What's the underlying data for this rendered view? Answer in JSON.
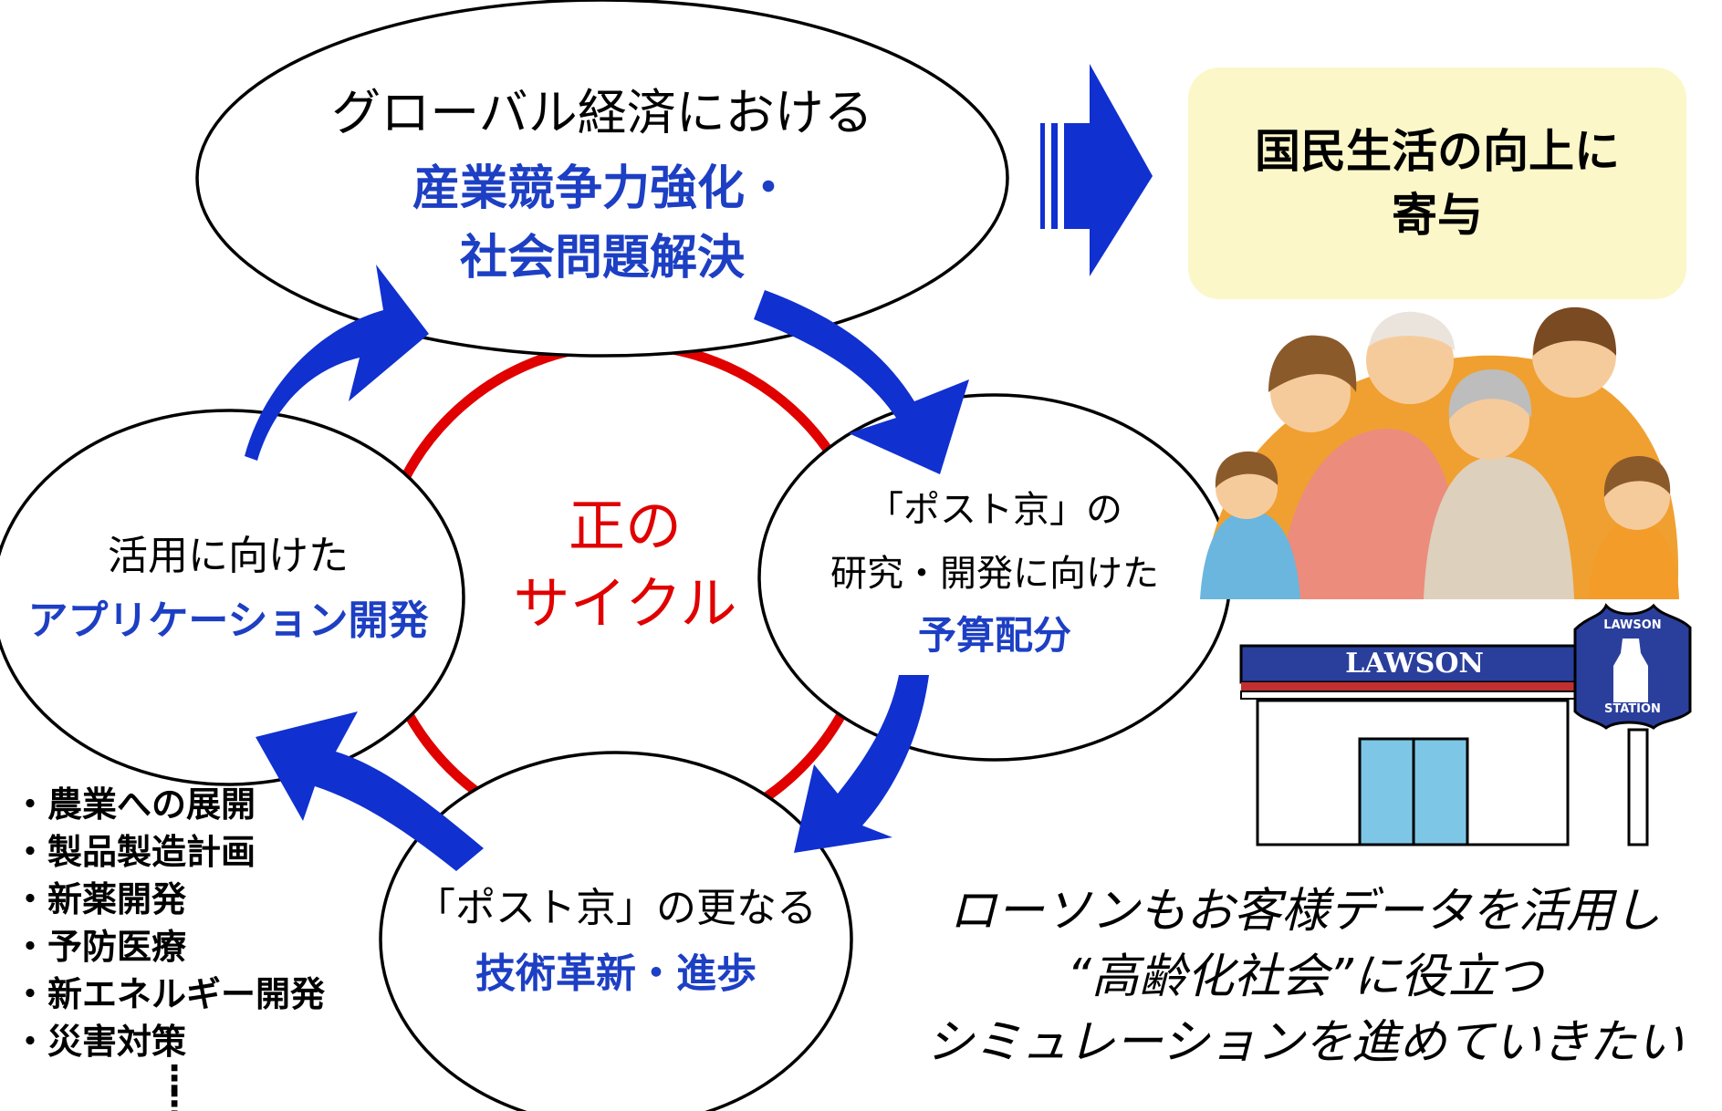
{
  "top": {
    "line1": "グローバル経済における",
    "line2": "産業競争力強化・",
    "line3": "社会問題解決"
  },
  "result": {
    "line1": "国民生活の向上に",
    "line2": "寄与"
  },
  "center": {
    "line1": "正の",
    "line2": "サイクル"
  },
  "left": {
    "line1": "活用に向けた",
    "line2": "アプリケーション開発"
  },
  "right": {
    "line1": "「ポスト京」の",
    "line2": "研究・開発に向けた",
    "line3": "予算配分"
  },
  "bottom": {
    "line1": "「ポスト京」の更なる",
    "line2": "技術革新・進歩"
  },
  "applications": [
    "・農業への展開",
    "・製品製造計画",
    "・新薬開発",
    "・予防医療",
    "・新エネルギー開発",
    "・災害対策"
  ],
  "store_sign": "LAWSON",
  "store_badge_top": "LAWSON",
  "store_badge_bottom": "STATION",
  "caption": {
    "line1": "ローソンもお客様データを活用し",
    "line2": "“高齢化社会”に役立つ",
    "line3": "シミュレーションを進めていきたい"
  },
  "colors": {
    "arrow_blue": "#1030d0",
    "cycle_red": "#e00000",
    "heading_blue": "#1d3fc4",
    "result_box": "#fbf7c8",
    "store_blue": "#2a3f9c"
  }
}
